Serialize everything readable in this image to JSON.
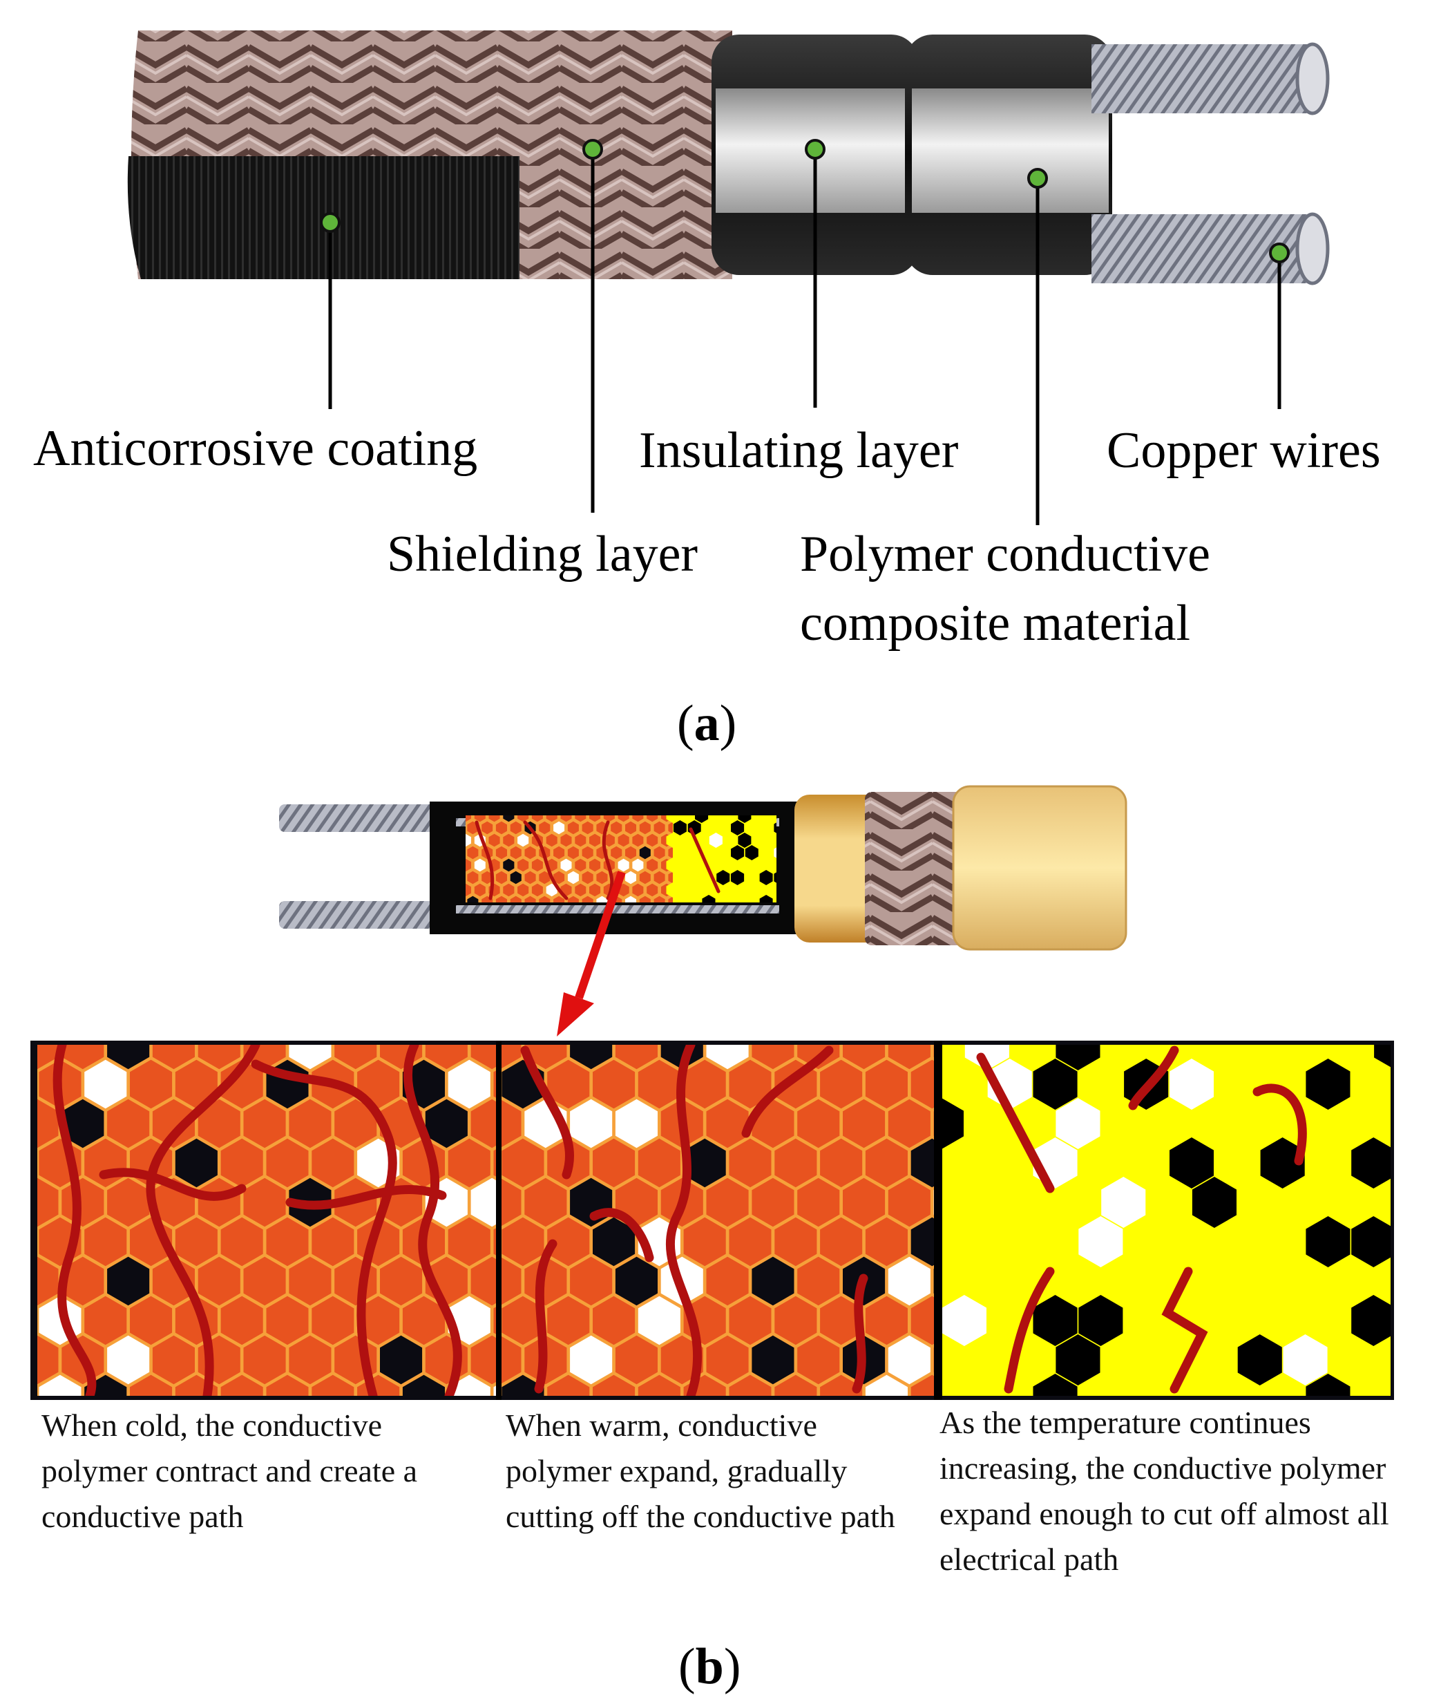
{
  "panel_a": {
    "tag_open": "(",
    "tag_letter": "a",
    "tag_close": ")",
    "labels": {
      "anticorrosive": "Anticorrosive coating",
      "shielding": "Shielding layer",
      "insulating": "Insulating layer",
      "copper": "Copper wires",
      "polymer_line1": "Polymer conductive",
      "polymer_line2": "composite material"
    }
  },
  "panel_b": {
    "tag_open": "(",
    "tag_letter": "b",
    "tag_close": ")",
    "captions": {
      "cold": "When cold, the conductive polymer contract and create a conductive path",
      "warm": "When warm, conductive polymer expand, gradually cutting off the conductive path",
      "hot": "As the temperature continues increasing, the conductive polymer expand enough to cut off almost all electrical path"
    }
  },
  "colors": {
    "marker_green": "#5fb53a",
    "orange_hex": "#e8531f",
    "hex_border": "#f6a13a",
    "polymer_red": "#b01010",
    "hot_yellow": "#ffff00",
    "arrow_red": "#e01010",
    "jacket_gold": "#f6d88c"
  }
}
